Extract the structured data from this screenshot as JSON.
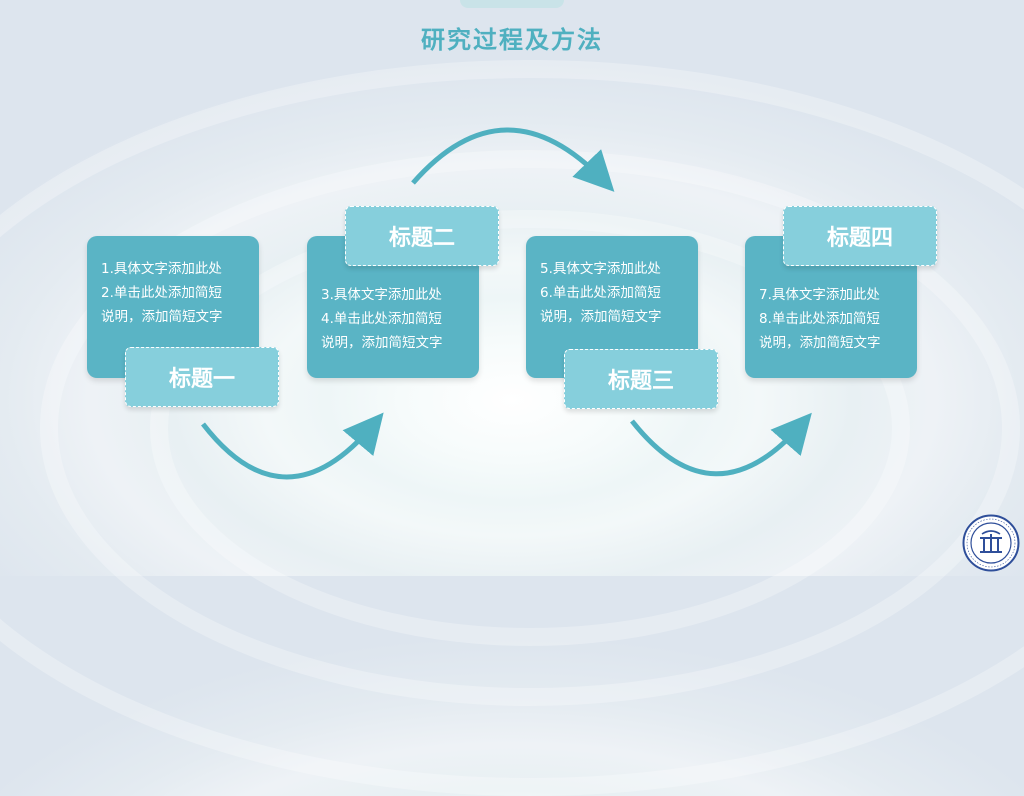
{
  "slide": {
    "title": "研究过程及方法",
    "colors": {
      "accent": "#4fb0c0",
      "card": "#5ab4c5",
      "label": "#86cfdc",
      "arrow": "#4fb0c0"
    },
    "steps": [
      {
        "label": "标题一",
        "lines": [
          "1.具体文字添加此处",
          "2.单击此处添加简短",
          "说明，添加简短文字"
        ]
      },
      {
        "label": "标题二",
        "lines": [
          "3.具体文字添加此处",
          "4.单击此处添加简短",
          "说明，添加简短文字"
        ]
      },
      {
        "label": "标题三",
        "lines": [
          "5.具体文字添加此处",
          "6.单击此处添加简短",
          "说明，添加简短文字"
        ]
      },
      {
        "label": "标题四",
        "lines": [
          "7.具体文字添加此处",
          "8.单击此处添加简短",
          "说明，添加简短文字"
        ]
      }
    ],
    "logo": {
      "icon": "university-seal-icon"
    }
  }
}
